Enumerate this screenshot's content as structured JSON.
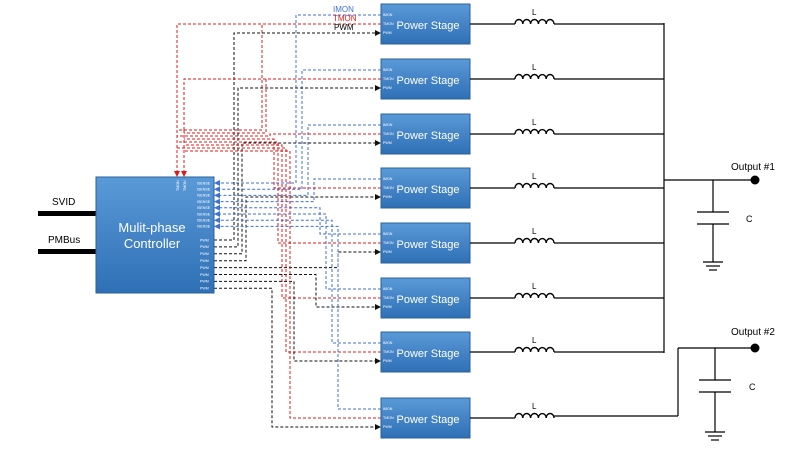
{
  "controller": {
    "title_line1": "Mulit-phase",
    "title_line2": "Controller",
    "tmon_pin": "TMON",
    "isense_pin": "ISENSE",
    "pwm_pin": "PWM"
  },
  "inputs": {
    "svid": "SVID",
    "pmbus": "PMBus"
  },
  "legend": {
    "imon": "IMON",
    "tmon": "TMON",
    "pwm": "PWM"
  },
  "power_stage": {
    "label": "Power Stage",
    "pins": [
      "IMON",
      "TMON",
      "PWM"
    ]
  },
  "stage_count": 8,
  "inductor_label": "L",
  "capacitor_label": "C",
  "outputs": {
    "output1": "Output #1",
    "output2": "Output #2"
  },
  "colors": {
    "box_fill": "#3f82c6",
    "box_border": "#2a6299",
    "imon": "#3f6fd8",
    "tmon": "#e01818",
    "pwm": "#111111"
  }
}
